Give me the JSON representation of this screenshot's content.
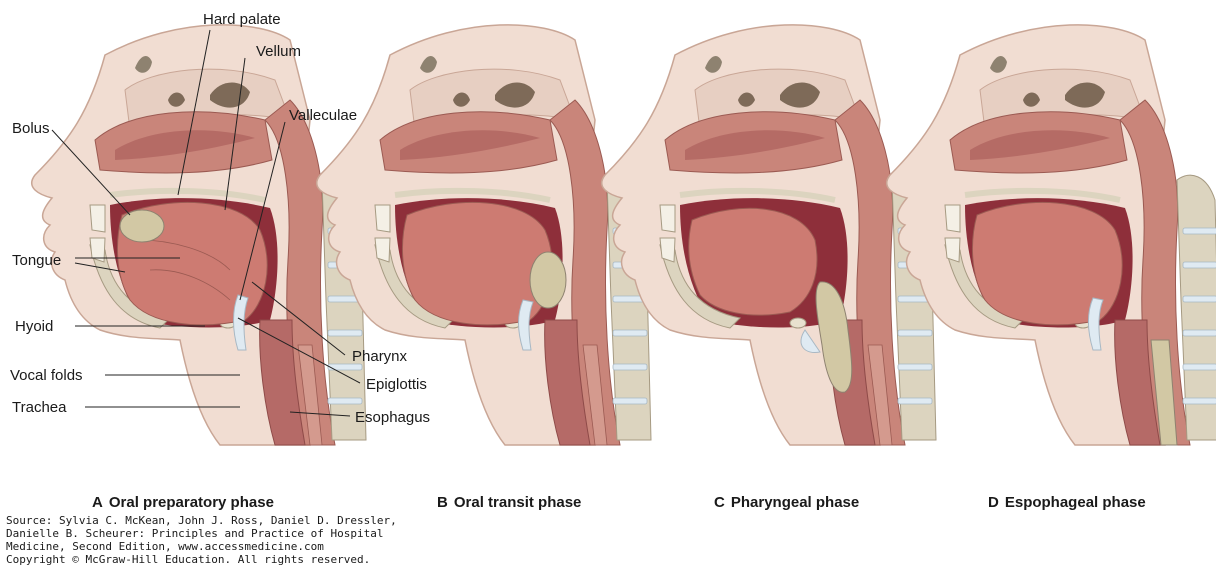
{
  "labels": {
    "hard_palate": "Hard palate",
    "vellum": "Vellum",
    "valleculae": "Valleculae",
    "bolus": "Bolus",
    "tongue": "Tongue",
    "hyoid": "Hyoid",
    "vocal_folds": "Vocal folds",
    "trachea": "Trachea",
    "pharynx": "Pharynx",
    "epiglottis": "Epiglottis",
    "esophagus": "Esophagus"
  },
  "panels": [
    {
      "letter": "A",
      "title": "Oral preparatory phase"
    },
    {
      "letter": "B",
      "title": "Oral transit phase"
    },
    {
      "letter": "C",
      "title": "Pharyngeal phase"
    },
    {
      "letter": "D",
      "title": "Espophageal phase"
    }
  ],
  "source": [
    "Source: Sylvia C. McKean, John J. Ross, Daniel D. Dressler,",
    "Danielle B. Scheurer: Principles and Practice of Hospital",
    "Medicine, Second Edition, www.accessmedicine.com",
    "Copyright © McGraw-Hill Education. All rights reserved."
  ],
  "colors": {
    "skin": "#f1ddd2",
    "tissue": "#c9857a",
    "muscle": "#cd7b72",
    "cavity": "#8e2f3a",
    "bone": "#dcd4bf",
    "bone_dark": "#8e8270",
    "bolus": "#d2c8a4",
    "cartilage": "#dfeaf2"
  }
}
